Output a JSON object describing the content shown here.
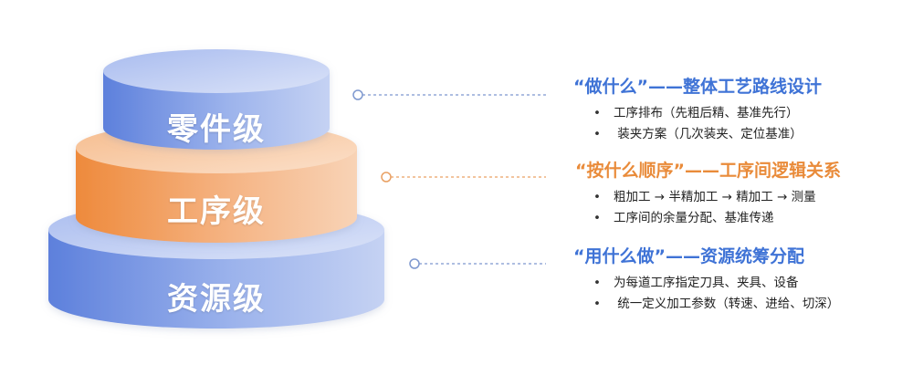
{
  "colors": {
    "blue_title": "#3f73d6",
    "orange_title": "#e98b3a",
    "blue_tier": "#7f9de6",
    "orange_tier": "#f2a56a",
    "connector_blue": "#7e98cf",
    "connector_orange": "#e9a063"
  },
  "tiers": [
    {
      "label": "零件级",
      "color": "blue"
    },
    {
      "label": "工序级",
      "color": "orange"
    },
    {
      "label": "资源级",
      "color": "blue"
    }
  ],
  "panels": [
    {
      "title": "“做什么”——整体工艺路线设计",
      "color": "blue",
      "bullets": [
        "工序排布（先粗后精、基准先行）",
        " 装夹方案（几次装夹、定位基准）"
      ]
    },
    {
      "title": "“按什么顺序”——工序间逻辑关系",
      "color": "orange",
      "bullets": [
        "粗加工 → 半精加工 → 精加工 → 测量",
        "工序间的余量分配、基准传递"
      ]
    },
    {
      "title": "“用什么做”——资源统筹分配",
      "color": "blue",
      "bullets": [
        "为每道工序指定刀具、夹具、设备",
        " 统一定义加工参数（转速、进给、切深）"
      ]
    }
  ],
  "bullet_glyph": "•"
}
